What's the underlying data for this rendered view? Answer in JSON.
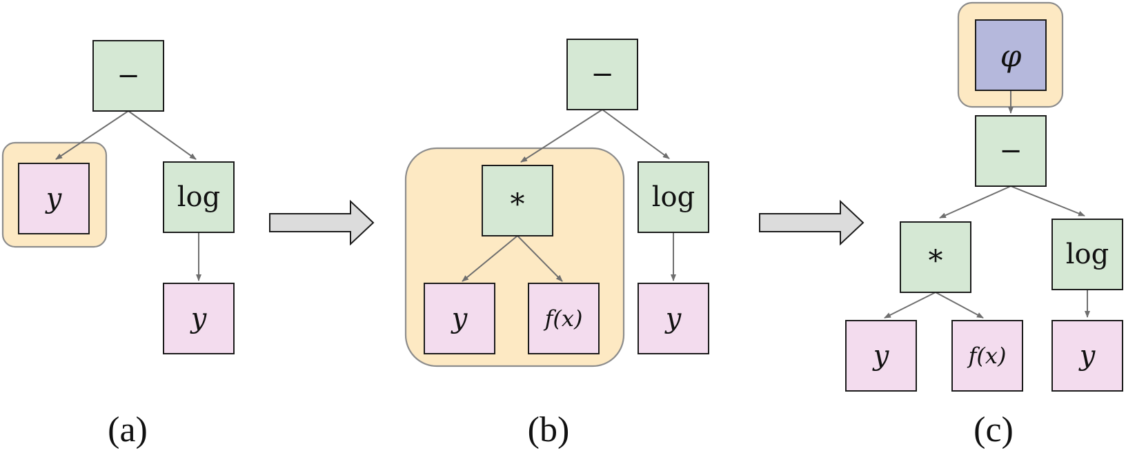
{
  "panels": {
    "a": {
      "caption": "(a)",
      "nodes": {
        "root": "−",
        "leaf_left": "y",
        "log": "log",
        "log_child": "y"
      }
    },
    "b": {
      "caption": "(b)",
      "nodes": {
        "root": "−",
        "mul": "*",
        "mul_left": "y",
        "mul_right": "f(x)",
        "log": "log",
        "log_child": "y"
      }
    },
    "c": {
      "caption": "(c)",
      "nodes": {
        "phi": "φ",
        "root": "−",
        "mul": "*",
        "mul_left": "y",
        "mul_right": "f(x)",
        "log": "log",
        "log_child": "y"
      }
    }
  },
  "colors": {
    "operator_fill": "#d5e8d4",
    "leaf_fill": "#f3dcee",
    "phi_fill": "#b5b8dc",
    "highlight_fill": "#fde9c3"
  }
}
